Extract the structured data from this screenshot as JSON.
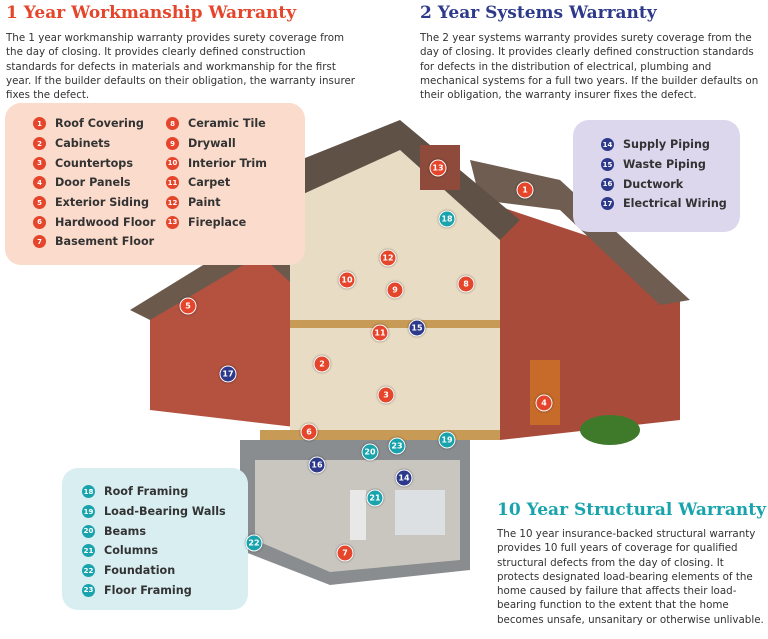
{
  "one_year": {
    "title": "1 Year Workmanship Warranty",
    "description": "The 1 year workmanship warranty provides surety coverage from the day of closing. It provides clearly defined construction standards for defects in materials and workmanship for the first year. If the builder defaults on their obligation, the warranty insurer fixes the defect.",
    "color": "#e5452b",
    "box_color": "#fbdccc",
    "items": [
      {
        "num": "1",
        "label": "Roof Covering"
      },
      {
        "num": "2",
        "label": "Cabinets"
      },
      {
        "num": "3",
        "label": "Countertops"
      },
      {
        "num": "4",
        "label": "Door Panels"
      },
      {
        "num": "5",
        "label": "Exterior Siding"
      },
      {
        "num": "6",
        "label": "Hardwood Floor"
      },
      {
        "num": "7",
        "label": "Basement Floor"
      },
      {
        "num": "8",
        "label": "Ceramic Tile"
      },
      {
        "num": "9",
        "label": "Drywall"
      },
      {
        "num": "10",
        "label": "Interior Trim"
      },
      {
        "num": "11",
        "label": "Carpet"
      },
      {
        "num": "12",
        "label": "Paint"
      },
      {
        "num": "13",
        "label": "Fireplace"
      }
    ]
  },
  "two_year": {
    "title": "2 Year Systems Warranty",
    "description": "The 2 year systems warranty provides surety coverage from the day of closing. It provides clearly defined construction standards for defects in the distribution of electrical, plumbing and mechanical systems for a full two years. If the builder defaults on their obligation, the warranty insurer fixes the defect.",
    "color": "#2d3a8c",
    "box_color": "#ddd7ee",
    "items": [
      {
        "num": "14",
        "label": "Supply Piping"
      },
      {
        "num": "15",
        "label": "Waste Piping"
      },
      {
        "num": "16",
        "label": "Ductwork"
      },
      {
        "num": "17",
        "label": "Electrical Wiring"
      }
    ]
  },
  "ten_year": {
    "title": "10 Year Structural Warranty",
    "description": "The 10 year insurance-backed structural warranty provides 10 full years of coverage for qualified structural defects from the day of closing. It protects designated load-bearing elements of the home caused by failure that affects their load-bearing function to the extent that the home becomes unsafe, unsanitary or otherwise unlivable.",
    "color": "#19a4ad",
    "box_color": "#d8eef1",
    "items": [
      {
        "num": "18",
        "label": "Roof Framing"
      },
      {
        "num": "19",
        "label": "Load-Bearing Walls"
      },
      {
        "num": "20",
        "label": "Beams"
      },
      {
        "num": "21",
        "label": "Columns"
      },
      {
        "num": "22",
        "label": "Foundation"
      },
      {
        "num": "23",
        "label": "Floor Framing"
      }
    ]
  },
  "house_markers": [
    "13",
    "1",
    "18",
    "12",
    "10",
    "9",
    "8",
    "5",
    "11",
    "15",
    "2",
    "17",
    "3",
    "4",
    "6",
    "19",
    "23",
    "20",
    "16",
    "14",
    "21",
    "22",
    "7"
  ]
}
